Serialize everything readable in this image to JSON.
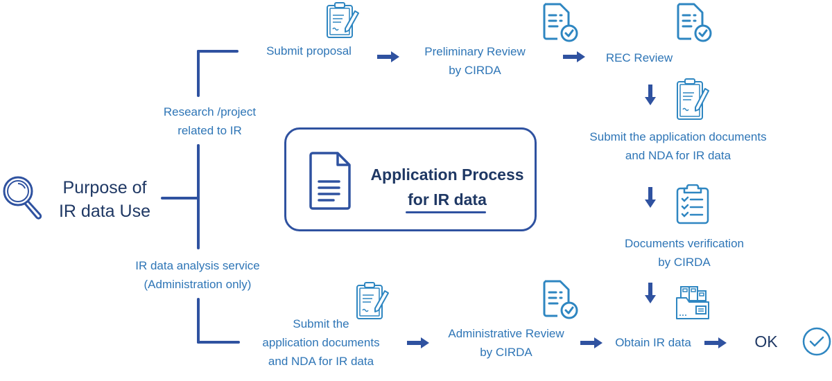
{
  "diagram": {
    "title_line1": "Application Process",
    "title_line2": "for IR data",
    "purpose": {
      "line1": "Purpose of",
      "line2": "IR data Use"
    },
    "branches": {
      "research": {
        "line1": "Research /project",
        "line2": "related to IR"
      },
      "analysis": {
        "line1": "IR data analysis service",
        "line2": "(Administration only)"
      }
    },
    "steps": {
      "submit_proposal": "Submit proposal",
      "preliminary_review": {
        "line1": "Preliminary Review",
        "line2": "by CIRDA"
      },
      "rec_review": "REC Review",
      "submit_docs_top": {
        "line1": "Submit the application documents",
        "line2": "and NDA for IR data"
      },
      "docs_verification": {
        "line1": "Documents verification",
        "line2": "by CIRDA"
      },
      "submit_docs_bottom": {
        "line1": "Submit the",
        "line2": "application documents",
        "line3": "and NDA for IR data"
      },
      "admin_review": {
        "line1": "Administrative Review",
        "line2": "by CIRDA"
      },
      "obtain_data": "Obtain IR data",
      "ok": "OK"
    },
    "colors": {
      "line": "#2f52a0",
      "text_blue": "#2e75b6",
      "text_dark": "#1f3864",
      "icon_light": "#2e86c1",
      "icon_dark": "#2f52a0"
    }
  }
}
